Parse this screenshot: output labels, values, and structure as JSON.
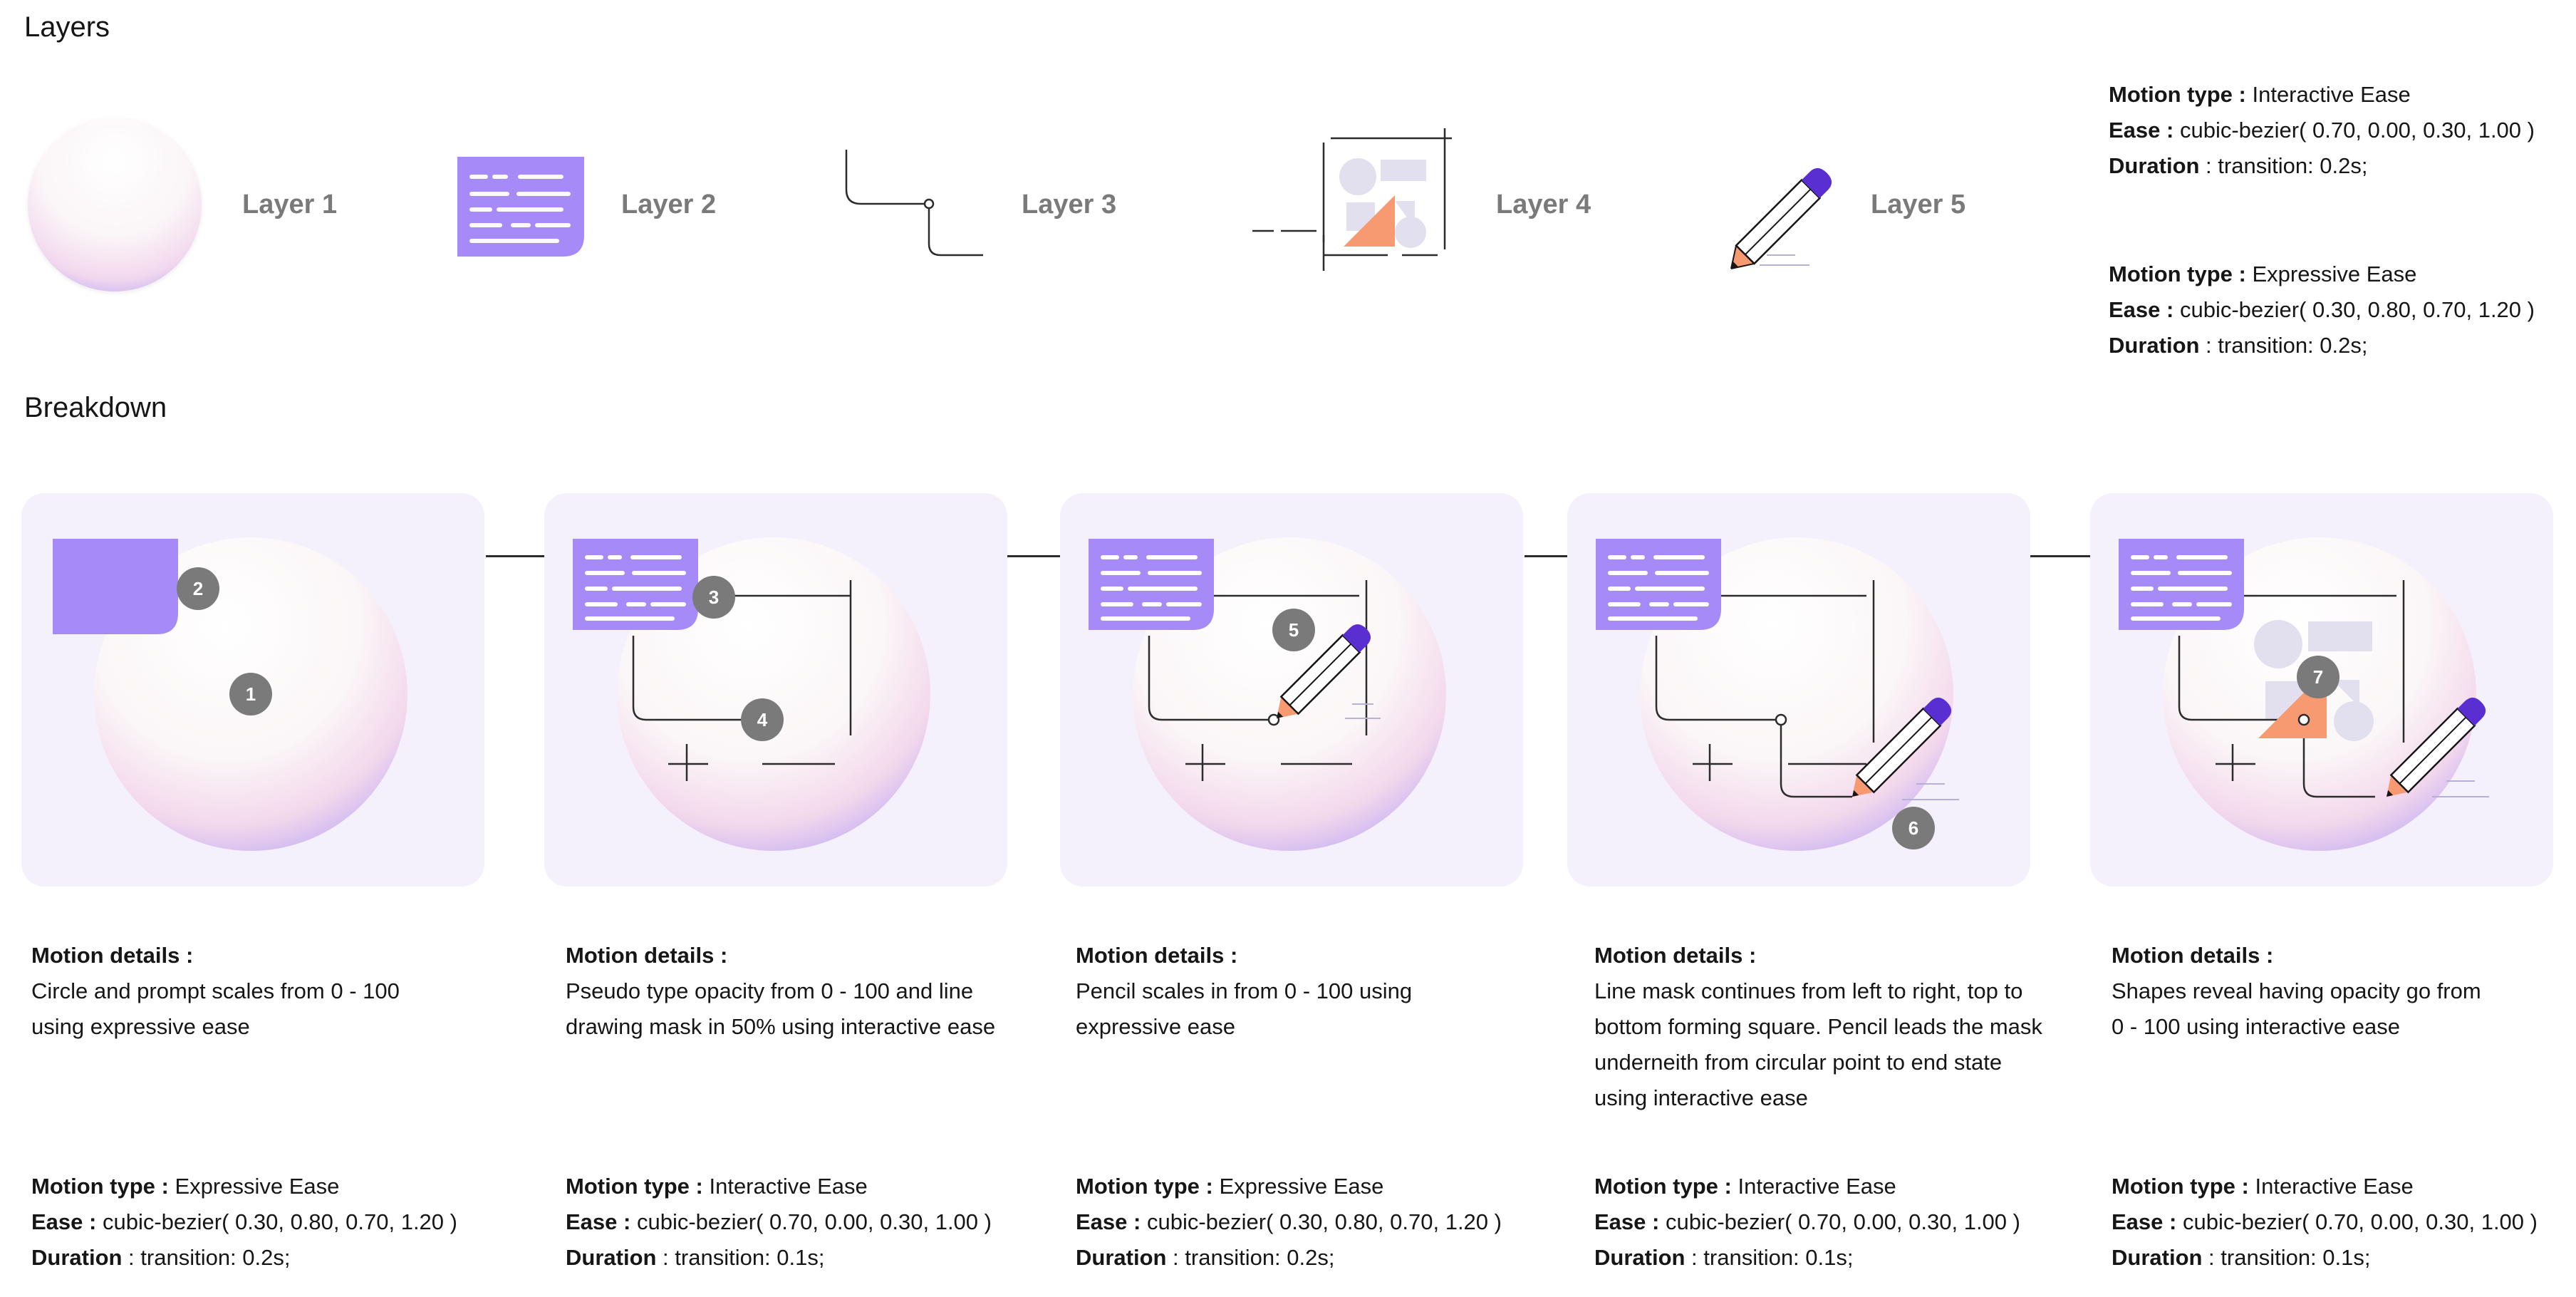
{
  "layers_section": {
    "title": "Layers",
    "items": [
      {
        "label": "Layer 1",
        "icon": "circle-gradient-icon"
      },
      {
        "label": "Layer 2",
        "icon": "prompt-card-icon"
      },
      {
        "label": "Layer 3",
        "icon": "line-mask-icon"
      },
      {
        "label": "Layer 4",
        "icon": "shapes-grid-icon"
      },
      {
        "label": "Layer 5",
        "icon": "pencil-icon"
      }
    ]
  },
  "ease_reference": [
    {
      "type_label": "Motion type :",
      "type_value": " Interactive Ease",
      "ease_label": "Ease :",
      "ease_value": " cubic-bezier( 0.70, 0.00, 0.30, 1.00 )",
      "duration_label": "Duration",
      "duration_value": " : transition: 0.2s;"
    },
    {
      "type_label": "Motion type :",
      "type_value": " Expressive Ease",
      "ease_label": "Ease :",
      "ease_value": " cubic-bezier( 0.30, 0.80, 0.70, 1.20 )",
      "duration_label": "Duration",
      "duration_value": " : transition: 0.2s;"
    }
  ],
  "breakdown_section": {
    "title": "Breakdown",
    "steps": [
      {
        "details_label": "Motion details :",
        "details_lines": [
          "Circle and prompt scales from 0 - 100",
          "using expressive ease"
        ],
        "markers": [
          "1",
          "2"
        ],
        "type_label": "Motion type :",
        "type_value": " Expressive Ease",
        "ease_label": "Ease :",
        "ease_value": " cubic-bezier( 0.30, 0.80, 0.70, 1.20 )",
        "duration_label": "Duration",
        "duration_value": " : transition: 0.2s;"
      },
      {
        "details_label": "Motion details :",
        "details_lines": [
          "Pseudo type opacity from 0 - 100 and line",
          "drawing mask in 50% using interactive ease"
        ],
        "markers": [
          "3",
          "4"
        ],
        "type_label": "Motion type :",
        "type_value": " Interactive Ease",
        "ease_label": "Ease :",
        "ease_value": " cubic-bezier( 0.70, 0.00, 0.30, 1.00 )",
        "duration_label": "Duration",
        "duration_value": " : transition: 0.1s;"
      },
      {
        "details_label": "Motion details :",
        "details_lines": [
          "Pencil scales in from 0 - 100 using",
          "expressive ease"
        ],
        "markers": [
          "5"
        ],
        "type_label": "Motion type :",
        "type_value": " Expressive Ease",
        "ease_label": "Ease :",
        "ease_value": " cubic-bezier( 0.30, 0.80, 0.70, 1.20 )",
        "duration_label": "Duration",
        "duration_value": " : transition: 0.2s;"
      },
      {
        "details_label": "Motion details :",
        "details_lines": [
          "Line mask continues from left to right, top to",
          "bottom forming square. Pencil leads the mask",
          "underneith from circular point to end state",
          "using interactive ease"
        ],
        "markers": [
          "6"
        ],
        "type_label": "Motion type :",
        "type_value": " Interactive Ease",
        "ease_label": "Ease :",
        "ease_value": " cubic-bezier( 0.70, 0.00, 0.30, 1.00 )",
        "duration_label": "Duration",
        "duration_value": " : transition: 0.1s;"
      },
      {
        "details_label": "Motion details :",
        "details_lines": [
          "Shapes reveal having opacity go from",
          "0 - 100 using interactive ease"
        ],
        "markers": [
          "7"
        ],
        "type_label": "Motion type :",
        "type_value": " Interactive Ease",
        "ease_label": "Ease :",
        "ease_value": " cubic-bezier( 0.70, 0.00, 0.30, 1.00 )",
        "duration_label": "Duration",
        "duration_value": " : transition: 0.1s;"
      }
    ]
  },
  "colors": {
    "accent_purple": "#a58af8",
    "deep_purple": "#5a2fd1",
    "coral": "#f79a72",
    "card_bg": "#f4f1fc",
    "marker_gray": "#7a7a7a",
    "shape_gray": "#e2e0ef"
  }
}
